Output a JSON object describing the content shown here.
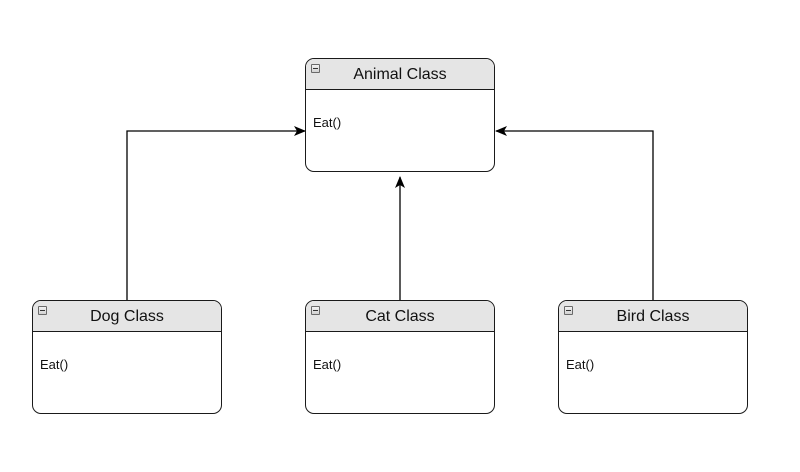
{
  "diagram": {
    "classes": {
      "animal": {
        "title": "Animal Class",
        "method": "Eat()"
      },
      "dog": {
        "title": "Dog Class",
        "method": "Eat()"
      },
      "cat": {
        "title": "Cat Class",
        "method": "Eat()"
      },
      "bird": {
        "title": "Bird Class",
        "method": "Eat()"
      }
    },
    "relations": [
      {
        "from": "dog",
        "to": "animal",
        "type": "inheritance-arrow"
      },
      {
        "from": "cat",
        "to": "animal",
        "type": "inheritance-arrow"
      },
      {
        "from": "bird",
        "to": "animal",
        "type": "inheritance-arrow"
      }
    ],
    "colors": {
      "header_fill": "#e5e5e5",
      "stroke": "#1a1a1a"
    },
    "icons": {
      "collapse": "minus-square-icon"
    }
  }
}
